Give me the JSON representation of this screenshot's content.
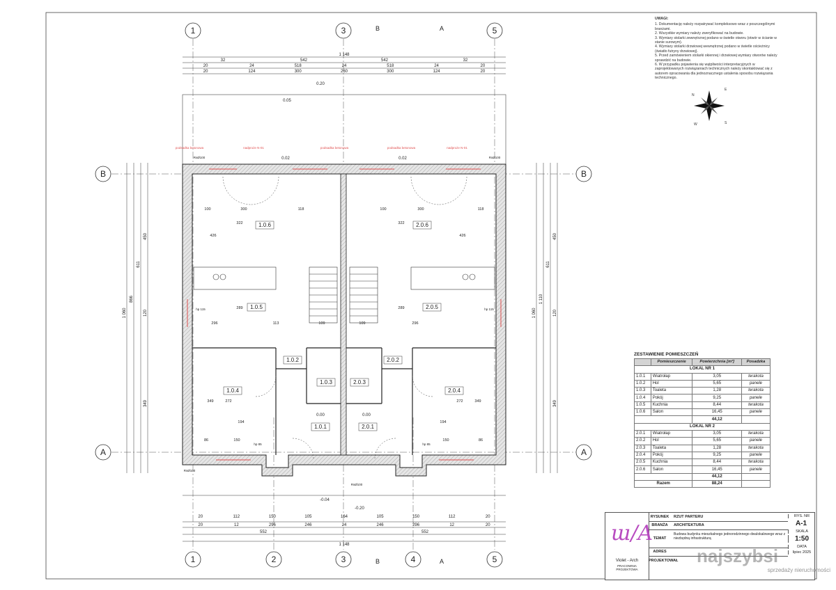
{
  "drawing": {
    "axes_vertical": [
      {
        "id": "1"
      },
      {
        "id": "3"
      },
      {
        "id": "5"
      }
    ],
    "axes_vertical_bottom": [
      {
        "id": "1"
      },
      {
        "id": "2"
      },
      {
        "id": "3"
      },
      {
        "id": "4"
      },
      {
        "id": "5"
      }
    ],
    "axes_horizontal": [
      {
        "id": "B"
      },
      {
        "id": "A"
      }
    ],
    "section_marks_top": [
      "B",
      "A"
    ],
    "section_marks_bottom": [
      "B",
      "A"
    ],
    "dims_top_row1": [
      "1 148"
    ],
    "dims_top_row2": [
      "32",
      "542",
      "542",
      "32"
    ],
    "dims_top_row3": [
      "20",
      "24",
      "518",
      "24",
      "518",
      "24",
      "20"
    ],
    "dims_top_row4": [
      "20",
      "124",
      "300",
      "260",
      "300",
      "124",
      "20"
    ],
    "dims_bottom_row1": [
      "20",
      "112",
      "150",
      "105",
      "164",
      "105",
      "150",
      "112",
      "20"
    ],
    "dims_bottom_row2": [
      "20",
      "12",
      "296",
      "246",
      "24",
      "246",
      "296",
      "12",
      "20"
    ],
    "dims_bottom_row3": [
      "552",
      "552"
    ],
    "dims_bottom_row4": [
      "1 148"
    ],
    "dims_left": [
      "1 060",
      "866",
      "611",
      "450",
      "349",
      "120"
    ],
    "dims_right": [
      "1 060",
      "1 110",
      "611",
      "450",
      "349",
      "120"
    ],
    "levels": [
      "0.20",
      "0.05",
      "0.02",
      "0.02",
      "0.00",
      "0.00",
      "-0.04",
      "-0.20"
    ],
    "rooms": [
      {
        "label": "1.0.6"
      },
      {
        "label": "1.0.5"
      },
      {
        "label": "1.0.4"
      },
      {
        "label": "1.0.2"
      },
      {
        "label": "1.0.3"
      },
      {
        "label": "1.0.1"
      },
      {
        "label": "2.0.6"
      },
      {
        "label": "2.0.5"
      },
      {
        "label": "2.0.4"
      },
      {
        "label": "2.0.2"
      },
      {
        "label": "2.0.3"
      },
      {
        "label": "2.0.1"
      }
    ],
    "inner_dims": [
      "100",
      "300",
      "118",
      "100",
      "300",
      "118",
      "296",
      "113",
      "109",
      "109",
      "296",
      "86",
      "150",
      "86",
      "150",
      "272",
      "272",
      "289",
      "289",
      "322",
      "322",
      "426",
      "426",
      "349",
      "349",
      "194",
      "194"
    ],
    "annotations": [
      "RsØ100",
      "RsØ100",
      "RsØ100",
      "RsØ100",
      "hp 115",
      "hp 115",
      "hp 85",
      "hp 85",
      "podsadka betonowa",
      "podsadka betonowa",
      "podsadka betonowa",
      "nadproże N-01",
      "nadproże N-01"
    ]
  },
  "notes": {
    "title": "UWAGI:",
    "items": [
      "1. Dokumentację należy rozpatrywać kompleksowo wraz z poszczególnymi branżami.",
      "2. Wszystkie wymiary należy zweryfikować na budowie.",
      "3. Wymiary stolarki zewnętrznej podano w świetle otworu (otwór w ścianie w stanie surowym).",
      "4. Wymiary stolarki drzwiowej wewnętrznej podano w świetle ościeżnicy (światło futryny drzwiowej).",
      "5. Przed zamówieniem stolarki okiennej i drzwiowej wymiary otworów należy sprawdzić na budowie.",
      "6. W przypadku pojawienia się wątpliwości interpretacyjnych w zaprojektowanych rozwiązaniach technicznych należy skontaktować się z autorem opracowania dla jednoznacznego ustalenia sposobu rozwiązania technicznego."
    ]
  },
  "compass": {
    "labels": [
      "N",
      "E",
      "W",
      "S"
    ]
  },
  "rooms_table": {
    "caption": "ZESTAWIENIE POMIESZCZEŃ",
    "headers": [
      "",
      "Pomieszczenie",
      "Powierzchnia [m²]",
      "Posadzka"
    ],
    "groups": [
      {
        "title": "LOKAL NR 1",
        "rows": [
          [
            "1.0.1",
            "Wiatrołap",
            "3,05",
            "terakota"
          ],
          [
            "1.0.2",
            "Hol",
            "5,65",
            "panele"
          ],
          [
            "1.0.3",
            "Toaleta",
            "1,28",
            "terakota"
          ],
          [
            "1.0.4",
            "Pokój",
            "9,25",
            "panele"
          ],
          [
            "1.0.5",
            "Kuchnia",
            "8,44",
            "terakota"
          ],
          [
            "1.0.6",
            "Salon",
            "16,45",
            "panele"
          ]
        ],
        "total": "44,12"
      },
      {
        "title": "LOKAL NR 2",
        "rows": [
          [
            "2.0.1",
            "Wiatrołap",
            "3,05",
            "terakota"
          ],
          [
            "2.0.2",
            "Hol",
            "5,65",
            "panele"
          ],
          [
            "2.0.3",
            "Toaleta",
            "1,28",
            "terakota"
          ],
          [
            "2.0.4",
            "Pokój",
            "9,25",
            "panele"
          ],
          [
            "2.0.5",
            "Kuchnia",
            "8,44",
            "terakota"
          ],
          [
            "2.0.6",
            "Salon",
            "16,45",
            "panele"
          ]
        ],
        "total": "44,12"
      }
    ],
    "grand_label": "Razem",
    "grand_total": "88,24"
  },
  "title_block": {
    "logo_name": "Violet - Arch",
    "logo_sub": "PRACOWNIA PROJEKTOWA",
    "rysunek_label": "RYSUNEK",
    "rysunek": "RZUT PARTERU",
    "branza_label": "BRANŻA",
    "branza": "ARCHITEKTURA",
    "temat_label": "TEMAT",
    "temat": "Budowa budynku mieszkalnego jednorodzinnego dwulokalowego wraz z niezbędną infrastrukturą",
    "adres_label": "ADRES",
    "projektowal_label": "PROJEKTOWAŁ",
    "rys_nr_label": "RYS. NR",
    "rys_nr": "A-1",
    "skala_label": "SKALA",
    "skala": "1:50",
    "data_label": "DATA",
    "data": "lipiec 2025"
  },
  "watermark": {
    "brand": "najszybsi",
    "tagline": "sprzedaży nieruchomości"
  },
  "colors": {
    "line": "#222222",
    "wall_fill": "#d9d9d9",
    "red": "#e05050",
    "logo": "#b84cc0"
  }
}
